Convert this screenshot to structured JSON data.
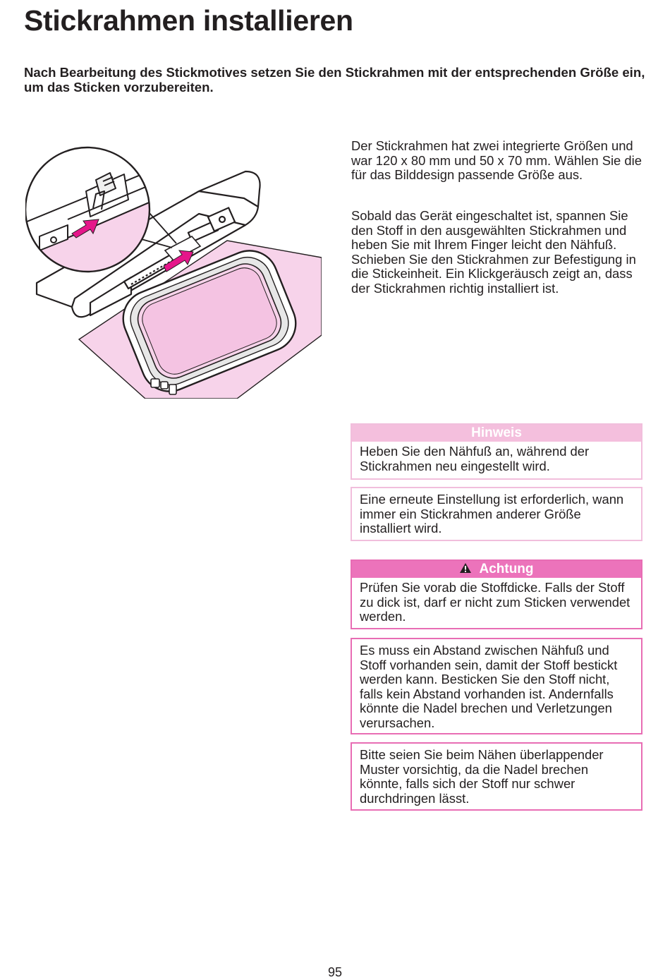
{
  "title": "Stickrahmen installieren",
  "intro": "Nach Bearbeitung des Stickmotives setzen Sie den Stickrahmen mit der entsprechenden Größe ein, um das Sticken vorzubereiten.",
  "paragraphs": [
    "Der Stickrahmen hat zwei integrierte Größen und war 120 x 80 mm und 50 x 70 mm. Wählen Sie die für das Bilddesign passende Größe aus.",
    "Sobald das Gerät eingeschaltet ist, spannen Sie den Stoff in den ausgewählten Stickrahmen und heben Sie mit Ihrem Finger leicht den Nähfuß. Schieben Sie den Stickrahmen zur Befestigung in die Stickeinheit. Ein Klickgeräusch zeigt an, dass der Stickrahmen richtig installiert ist."
  ],
  "hinweis": {
    "header": "Hinweis",
    "items": [
      "Heben Sie den Nähfuß an, während der Stickrahmen neu eingestellt wird.",
      "Eine erneute Einstellung ist erforderlich, wann immer ein Stickrahmen anderer Größe installiert wird."
    ]
  },
  "achtung": {
    "header": "Achtung",
    "icon": "warning-triangle-icon",
    "items": [
      "Prüfen Sie vorab die Stoffdicke. Falls der Stoff zu dick ist, darf er nicht zum Sticken verwendet werden.",
      "Es muss ein Abstand zwischen Nähfuß und Stoff vorhanden sein, damit der Stoff bestickt werden kann. Besticken Sie den Stoff nicht, falls kein Abstand vorhanden ist. Andernfalls könnte die Nadel brechen und Verletzungen verursachen.",
      "Bitte seien Sie beim Nähen überlappender Muster vorsichtig, da die Nadel brechen könnte, falls sich der Stoff nur schwer durchdringen lässt."
    ]
  },
  "colors": {
    "hinweis_pink": "#f4bfdd",
    "achtung_pink": "#ec73bb",
    "arrow_magenta": "#e5168a",
    "fabric_pink": "#f7d3ea"
  },
  "page_number": "95"
}
